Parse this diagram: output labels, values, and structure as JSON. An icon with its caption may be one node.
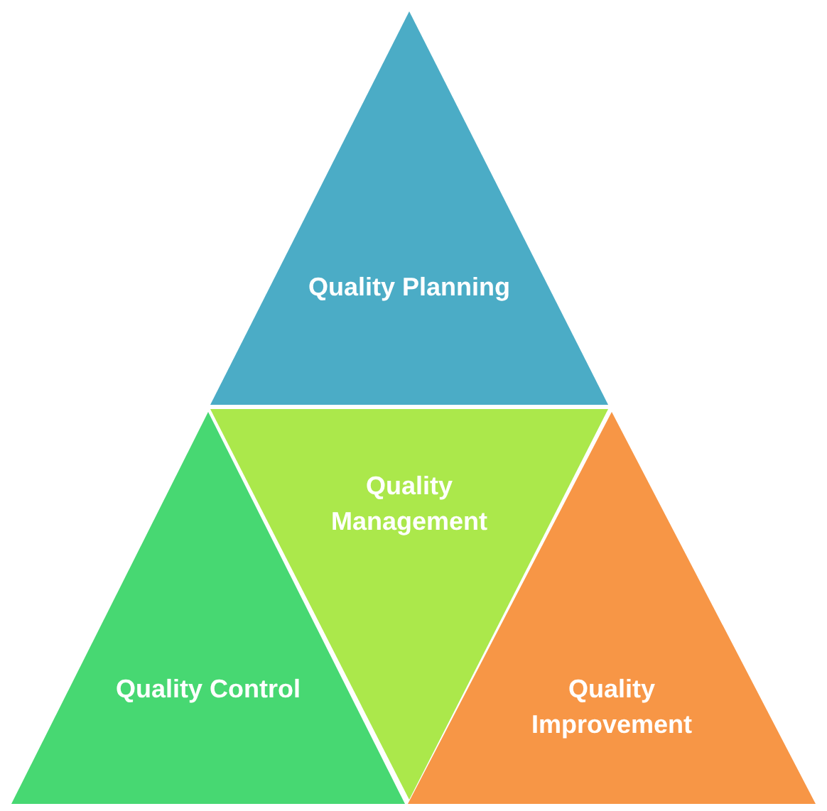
{
  "diagram": {
    "nodes": [
      {
        "text": [
          "Quality Planning"
        ]
      },
      {
        "text": [
          "Quality Management"
        ]
      },
      {
        "text": [
          "Quality Control"
        ]
      },
      {
        "text": [
          "Quality Improvement"
        ]
      }
    ]
  }
}
